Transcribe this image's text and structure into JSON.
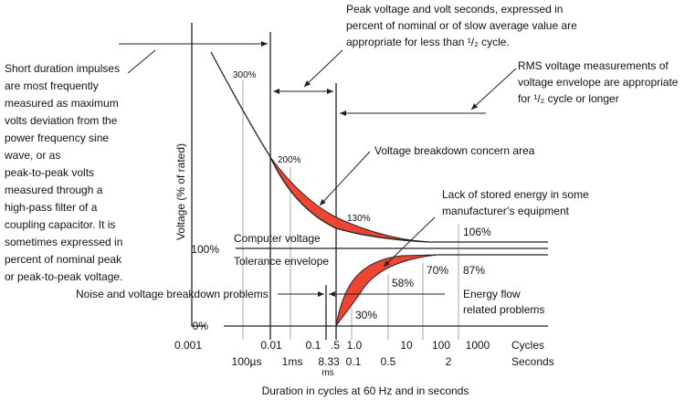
{
  "colors": {
    "concern_fill": "#ee4433",
    "line": "#222222",
    "grid": "#b8b8b8"
  },
  "y_axis_label": "Voltage (% of rated)",
  "caption": "Duration in cycles at 60 Hz and in seconds",
  "left_note": [
    "Short duration impulses",
    "are most frequently",
    "measured as maximum",
    "volts deviation from the",
    "power frequency sine",
    "wave, or as",
    "peak-to-peak volts",
    "measured through a",
    "high-pass filter of a",
    "coupling capacitor. It is",
    "sometimes expressed in",
    "percent of nominal peak",
    "or peak-to-peak voltage."
  ],
  "peak_note": [
    "Peak voltage and volt seconds, expressed in",
    "percent of nominal or of slow average value are",
    "appropriate for less than ¹/₂ cycle."
  ],
  "rms_note": [
    "RMS voltage measurements of",
    "voltage envelope are appropriate",
    "for ¹/₂ cycle or longer"
  ],
  "breakdown_note": "Voltage breakdown concern area",
  "stored_energy_note": [
    "Lack of stored energy in some",
    "manufacturer’s equipment"
  ],
  "curve_labels": {
    "p300": "300%",
    "p200": "200%",
    "p130": "130%",
    "p106": "106%",
    "p100": "100%",
    "p0": "0%",
    "p87": "87%",
    "p70": "70%",
    "p58": "58%",
    "p30": "30%"
  },
  "computer_voltage": "Computer voltage",
  "tolerance_envelope": "Tolerance envelope",
  "noise_note": "Noise and voltage breakdown problems",
  "energy_note": [
    "Energy flow",
    "related problems"
  ],
  "cycles_ticks": [
    "0.001",
    "0.01",
    "0.1",
    ".5",
    "1.0",
    "10",
    "100",
    "1000"
  ],
  "cycles_label": "Cycles",
  "seconds_ticks": [
    "100µs",
    "1ms",
    "8.33",
    "0.1",
    "0.5",
    "2"
  ],
  "seconds_sub": "ms",
  "seconds_label": "Seconds"
}
